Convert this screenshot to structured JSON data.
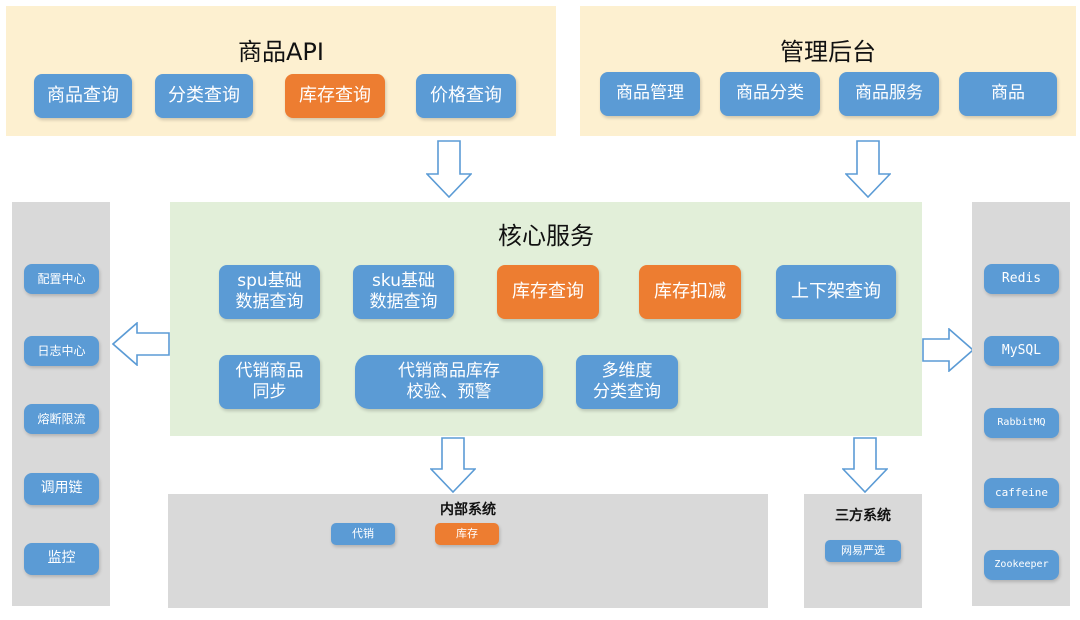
{
  "colors": {
    "blue_button": "#5b9bd5",
    "orange_button": "#ed7d31",
    "top_panel_bg": "#fdf0d0",
    "core_panel_bg": "#e2efd9",
    "side_panel_bg": "#d9d9d9"
  },
  "product_api": {
    "title": "商品API",
    "buttons": [
      {
        "label": "商品查询"
      },
      {
        "label": "分类查询"
      },
      {
        "label": "库存查询",
        "highlight": true
      },
      {
        "label": "价格查询"
      }
    ]
  },
  "admin": {
    "title": "管理后台",
    "buttons": [
      {
        "label": "商品管理"
      },
      {
        "label": "商品分类"
      },
      {
        "label": "商品服务"
      },
      {
        "label": "商品"
      }
    ]
  },
  "core": {
    "title": "核心服务",
    "buttons": [
      {
        "label": "spu基础\n数据查询"
      },
      {
        "label": "sku基础\n数据查询"
      },
      {
        "label": "库存查询",
        "highlight": true
      },
      {
        "label": "库存扣减",
        "highlight": true
      },
      {
        "label": "上下架查询"
      },
      {
        "label": "代销商品\n同步"
      },
      {
        "label": "代销商品库存\n校验、预警"
      },
      {
        "label": "多维度\n分类查询"
      }
    ]
  },
  "left_sidebar": {
    "items": [
      {
        "label": "配置中心"
      },
      {
        "label": "日志中心"
      },
      {
        "label": "熔断限流"
      },
      {
        "label": "调用链"
      },
      {
        "label": "监控"
      }
    ]
  },
  "right_sidebar": {
    "items": [
      {
        "label": "Redis"
      },
      {
        "label": "MySQL"
      },
      {
        "label": "RabbitMQ"
      },
      {
        "label": "caffeine"
      },
      {
        "label": "Zookeeper"
      }
    ]
  },
  "internal": {
    "title": "内部系统",
    "buttons": [
      {
        "label": "代销"
      },
      {
        "label": "库存",
        "highlight": true
      }
    ]
  },
  "third_party": {
    "title": "三方系统",
    "buttons": [
      {
        "label": "网易严选"
      }
    ]
  }
}
